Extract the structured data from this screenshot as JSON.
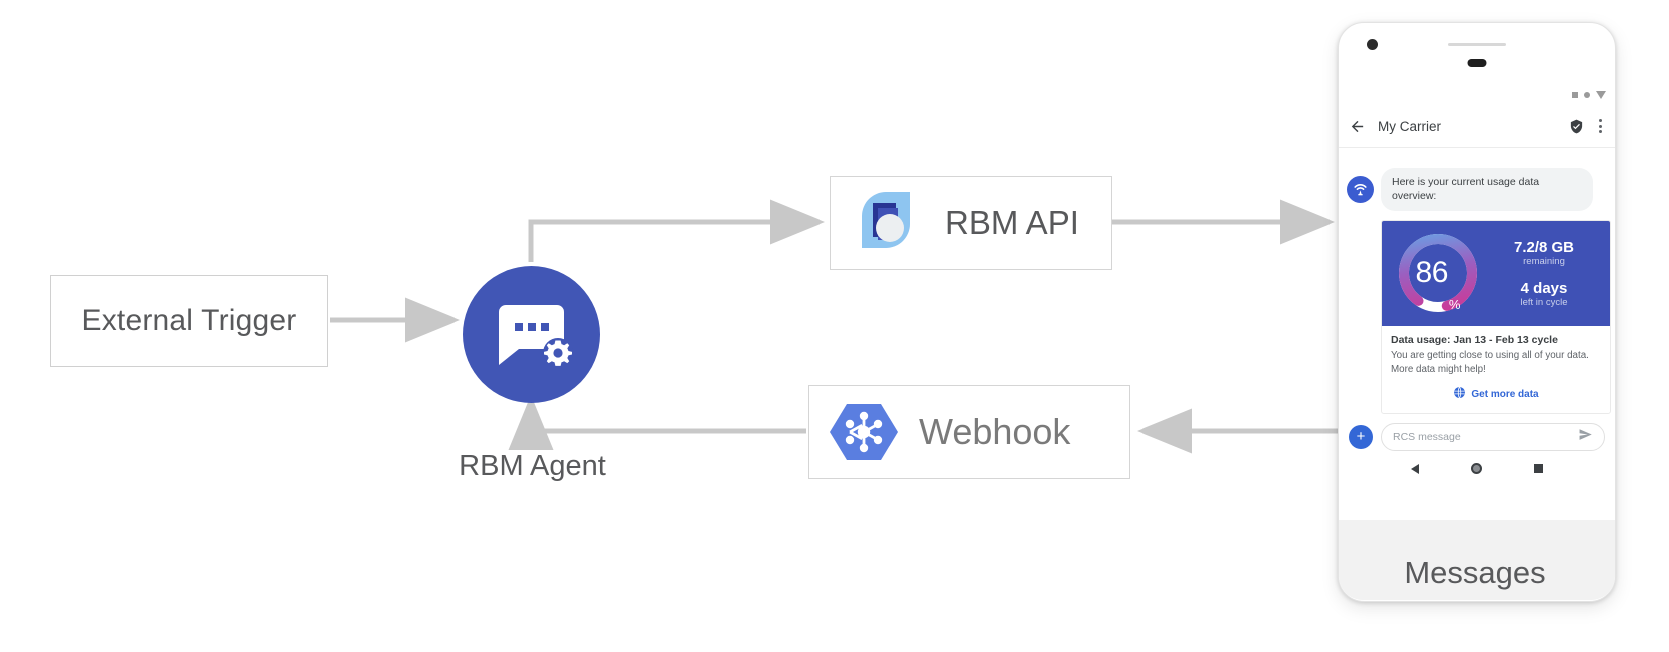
{
  "diagram": {
    "title": "RBM Agent architecture flow",
    "nodes": {
      "external_trigger": {
        "label": "External Trigger",
        "name": "external-trigger"
      },
      "rbm_agent": {
        "label": "RBM Agent",
        "icon": "chat-bubble-gear-icon"
      },
      "rbm_api": {
        "label": "RBM API",
        "icon": "rbm-api-droplet-icon"
      },
      "webhook": {
        "label": "Webhook",
        "icon": "webhook-hexagon-icon"
      },
      "messages": {
        "label": "Messages",
        "icon": "android-phone-icon"
      }
    },
    "colors": {
      "agent_blue": "#4156b5",
      "card_blue": "#3f51b5",
      "link_blue": "#3367d6",
      "connector_gray": "#c8c8c8",
      "text_gray": "#58595b"
    }
  },
  "phone": {
    "status_bar": {
      "icons": [
        "square-icon",
        "circle-icon",
        "triangle-down-icon"
      ]
    },
    "app_bar": {
      "back_icon": "arrow-left-icon",
      "title": "My Carrier",
      "verified_icon": "verified-shield-icon",
      "overflow_icon": "more-vertical-icon"
    },
    "conversation": {
      "agent_avatar_icon": "carrier-antenna-icon",
      "incoming_message": "Here is your current usage data overview:",
      "rich_card": {
        "gauge": {
          "percent": "86",
          "percent_symbol": "%",
          "value": 86,
          "gradient_start": "#64a7e8",
          "gradient_mid": "#9b5fc0",
          "gradient_end": "#d6318e",
          "track": "#ffffff"
        },
        "stats": {
          "data_value": "7.2/8 GB",
          "data_caption": "remaining",
          "days_value": "4 days",
          "days_caption": "left in cycle"
        },
        "title": "Data usage: Jan 13 - Feb 13 cycle",
        "description": "You are getting close to using all of your data. More data might help!",
        "action": {
          "icon": "globe-icon",
          "label": "Get more data"
        }
      }
    },
    "composer": {
      "plus_icon": "plus-icon",
      "placeholder": "RCS message",
      "send_icon": "send-icon"
    },
    "nav_bar": {
      "icons": [
        "back-triangle-icon",
        "home-circle-icon",
        "recents-square-icon"
      ]
    }
  }
}
